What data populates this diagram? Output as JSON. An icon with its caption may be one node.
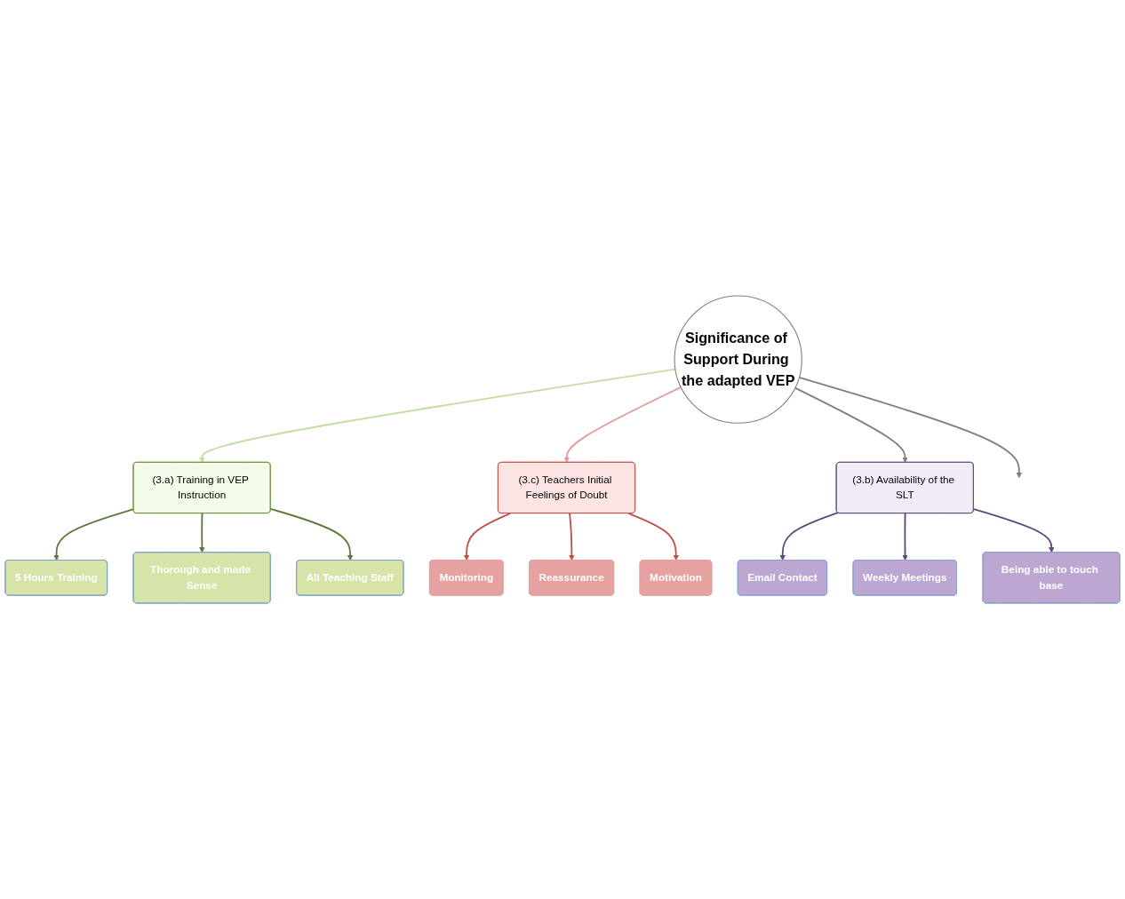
{
  "diagram": {
    "nodes": [
      {
        "text": [
          "Significance of Support During the adapted VEP"
        ]
      },
      {
        "text": [
          "(3.a) Training in VEP Instruction"
        ]
      },
      {
        "text": [
          "5 Hours Training"
        ]
      },
      {
        "text": [
          "Thorough and made Sense"
        ]
      },
      {
        "text": [
          "All Teaching Staff"
        ]
      },
      {
        "text": [
          "(3.c) Teachers Initial Feelings of Doubt"
        ]
      },
      {
        "text": [
          "Monitoring"
        ]
      },
      {
        "text": [
          "Reassurance"
        ]
      },
      {
        "text": [
          "Motivation"
        ]
      },
      {
        "text": [
          "(3.b) Availability of the SLT"
        ]
      },
      {
        "text": [
          "Email Contact"
        ]
      },
      {
        "text": [
          "Weekly Meetings"
        ]
      },
      {
        "text": [
          "Being able to touch base"
        ]
      }
    ],
    "edges": [
      {
        "from": 0,
        "to": 1,
        "arrow": "to",
        "color": "#c3dea0"
      },
      {
        "from": 1,
        "to": 2,
        "arrow": "to",
        "color": "#5a7a3a"
      },
      {
        "from": 1,
        "to": 3,
        "arrow": "to",
        "color": "#5a7a3a"
      },
      {
        "from": 1,
        "to": 4,
        "arrow": "to",
        "color": "#5a7a3a"
      },
      {
        "from": 0,
        "to": 5,
        "arrow": "to",
        "color": "#e39a9a"
      },
      {
        "from": 5,
        "to": 6,
        "arrow": "to",
        "color": "#c0504d"
      },
      {
        "from": 5,
        "to": 7,
        "arrow": "to",
        "color": "#c0504d"
      },
      {
        "from": 5,
        "to": 8,
        "arrow": "to",
        "color": "#c0504d"
      },
      {
        "from": 0,
        "to": 9,
        "arrow": "to",
        "color": "#7f7f7f"
      },
      {
        "from": 0,
        "to": null,
        "arrow": "to",
        "color": "#7f7f7f"
      },
      {
        "from": 9,
        "to": 10,
        "arrow": "to",
        "color": "#60497a"
      },
      {
        "from": 9,
        "to": 11,
        "arrow": "to",
        "color": "#60497a"
      },
      {
        "from": 9,
        "to": 12,
        "arrow": "to",
        "color": "#60497a"
      }
    ]
  }
}
